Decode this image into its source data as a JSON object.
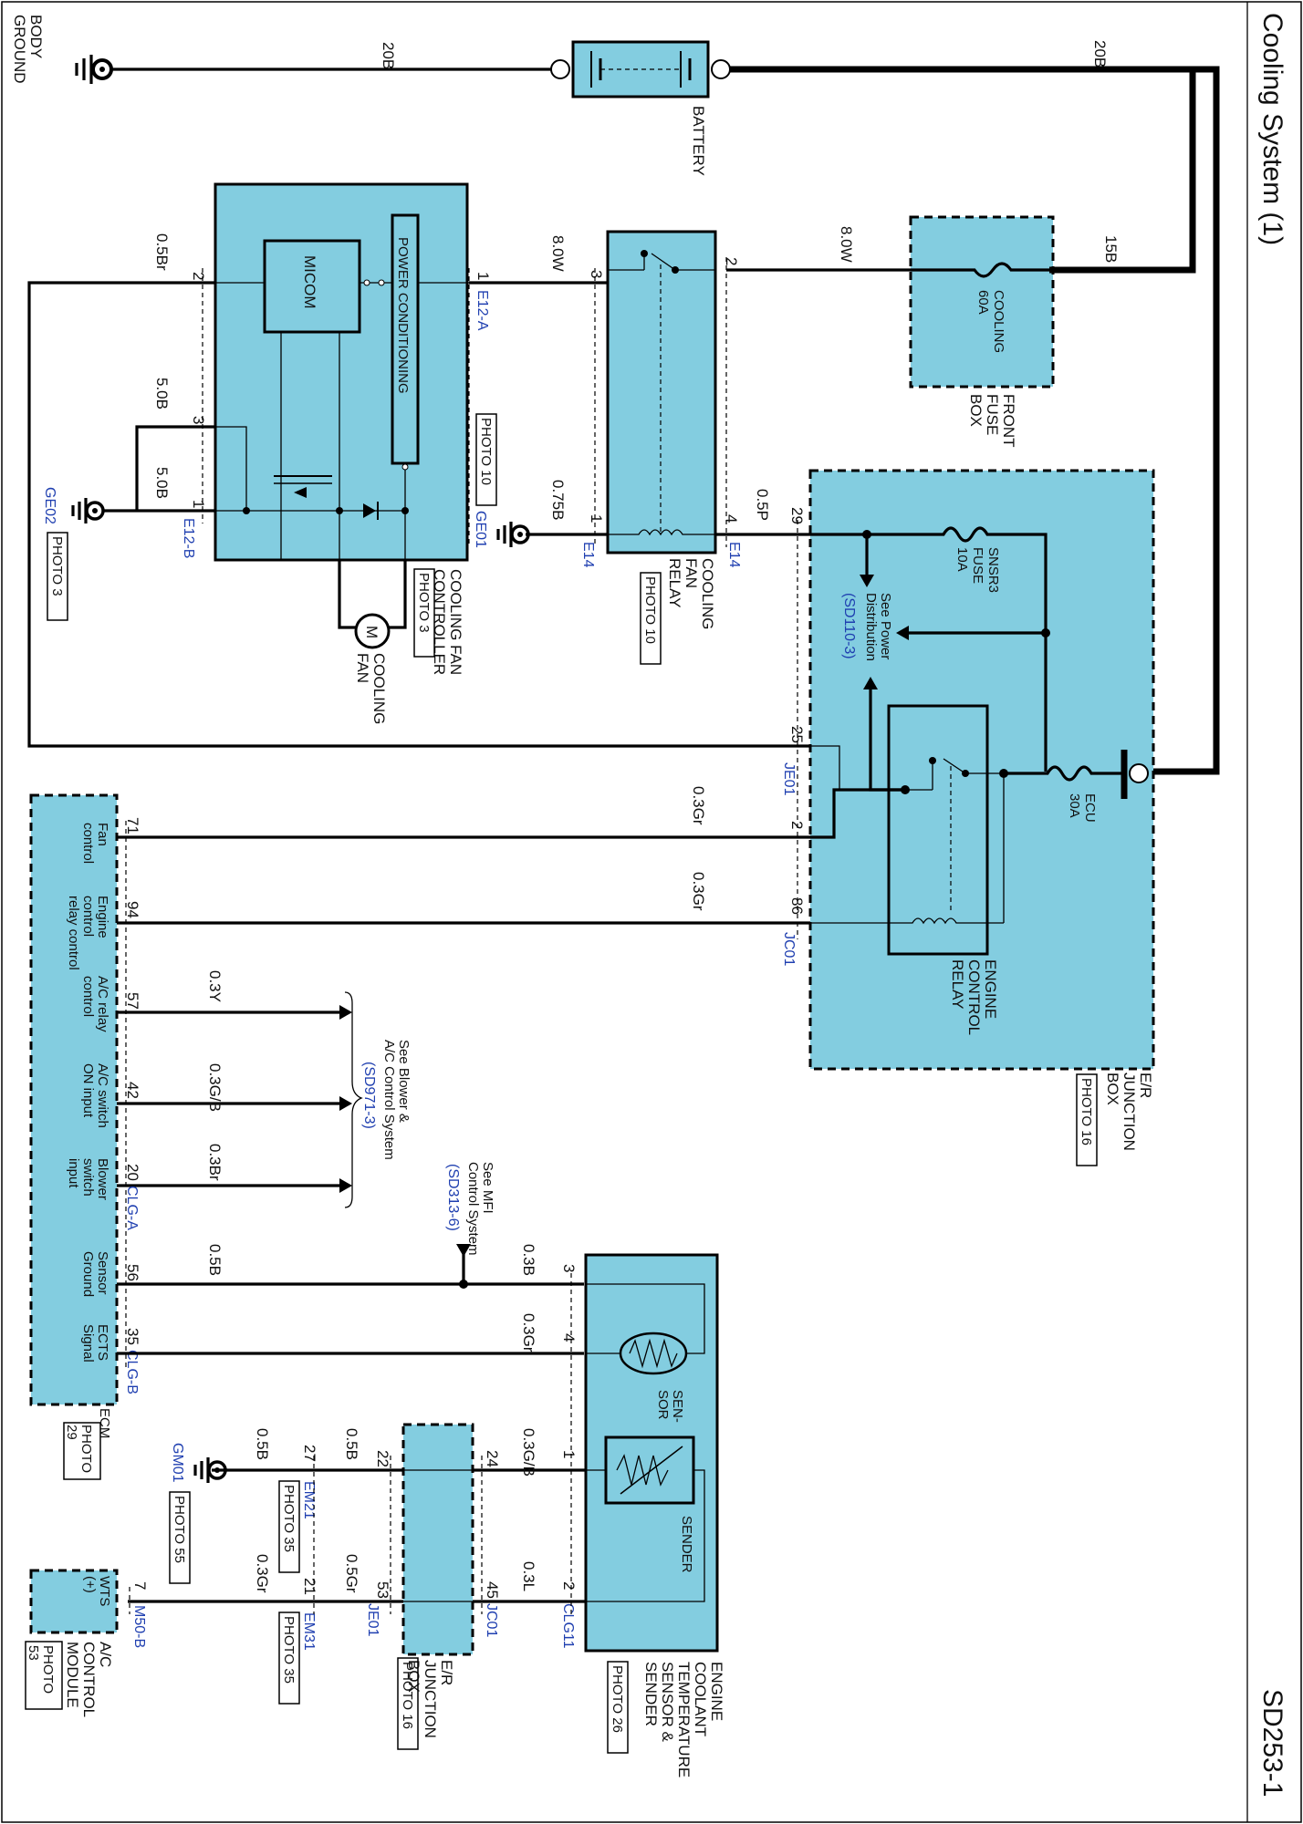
{
  "title": "Cooling System (1)",
  "page_code": "SD253-1",
  "wires": {
    "w_20b_left": "20B",
    "w_20b_right": "20B",
    "w_15b": "15B",
    "w_80w_fuse": "8.0W",
    "w_80w_ctrl": "8.0W",
    "w_05br": "0.5Br",
    "w_50b_a": "5.0B",
    "w_50b_b": "5.0B",
    "w_075b": "0.75B",
    "w_05p": "0.5P",
    "w_03gr_top": "0.3Gr",
    "w_03gr_mid": "0.3Gr",
    "w_03y": "0.3Y",
    "w_03gb": "0.3G/B",
    "w_03br": "0.3Br",
    "w_05b_sensor": "0.5B",
    "w_03b": "0.3B",
    "w_03gr_ects": "0.3Gr",
    "w_03gb_sender": "0.3G/B",
    "w_03l": "0.3L",
    "w_05b_em": "0.5B",
    "w_05b_gnd": "0.5B",
    "w_05gr": "0.5Gr",
    "w_03gr_wts": "0.3Gr"
  },
  "components": {
    "body_ground": [
      "BODY",
      "GROUND"
    ],
    "battery": "BATTERY",
    "front_fuse_box": [
      "FRONT",
      "FUSE",
      "BOX"
    ],
    "cooling_fuse": [
      "COOLING",
      "60A"
    ],
    "cooling_fan_relay": [
      "COOLING",
      "FAN",
      "RELAY"
    ],
    "cooling_fan_controller": [
      "COOLING FAN",
      "CONTROLLER"
    ],
    "micom": "MICOM",
    "power_conditioning": "POWER CONDITIONING",
    "motor_letter": "M",
    "cooling_fan": [
      "COOLING",
      "FAN"
    ],
    "snsr3_fuse": [
      "SNSR3",
      "FUSE",
      "10A"
    ],
    "ecu_fuse": [
      "ECU",
      "30A"
    ],
    "engine_control_relay": [
      "ENGINE",
      "CONTROL",
      "RELAY"
    ],
    "er_junction_box": [
      "E/R",
      "JUNCTION",
      "BOX"
    ],
    "see_power": [
      "See Power",
      "Distribution"
    ],
    "see_power_ref": "(SD110-3)",
    "see_blower": [
      "See Blower &",
      "A/C Control System"
    ],
    "see_blower_ref": "(SD971-3)",
    "see_mfi": [
      "See MFI",
      "Control System"
    ],
    "see_mfi_ref": "(SD313-6)",
    "ecm_fan_control": [
      "Fan",
      "control"
    ],
    "ecm_engine_relay": [
      "Engine",
      "control",
      "relay control"
    ],
    "ecm_ac_relay": [
      "A/C relay",
      "control"
    ],
    "ecm_ac_switch": [
      "A/C switch",
      "ON input"
    ],
    "ecm_blower": [
      "Blower",
      "switch",
      "input"
    ],
    "ecm_sensor_ground": [
      "Sensor",
      "Ground"
    ],
    "ecm_ects": [
      "ECTS",
      "Signal"
    ],
    "ecm": "ECM",
    "sensor_text": [
      "SEN-",
      "SOR"
    ],
    "sender_text": "SENDER",
    "ects_sender": [
      "ENGINE",
      "COOLANT",
      "TEMPERATURE",
      "SENSOR &",
      "SENDER"
    ],
    "er_junction_box2": [
      "E/R",
      "JUNCTION",
      "BOX"
    ],
    "wts": [
      "WTS",
      "(+)"
    ],
    "ac_control_module": [
      "A/C",
      "CONTROL",
      "MODULE"
    ]
  },
  "photos": {
    "p10_relay": "PHOTO 10",
    "p10_ge01": "PHOTO 10",
    "p3_ctrl": "PHOTO 3",
    "p3_ge02": "PHOTO 3",
    "p16_er": "PHOTO 16",
    "ecm_photo": [
      "PHOTO",
      "29"
    ],
    "p26": "PHOTO 26",
    "p35_em21": "PHOTO 35",
    "p35_em31": "PHOTO 35",
    "p55": "PHOTO 55",
    "p16_er2": "PHOTO 16",
    "ac_photo": [
      "PHOTO",
      "53"
    ]
  },
  "connectors": {
    "e12a": "E12-A",
    "e12b": "E12-B",
    "ge01": "GE01",
    "ge02": "GE02",
    "e14_left": "E14",
    "e14_right": "E14",
    "je01": "JE01",
    "jc01": "JC01",
    "clga": "CLG-A",
    "clgb": "CLG-B",
    "gm01": "GM01",
    "em21": "EM21",
    "em31": "EM31",
    "je01b": "JE01",
    "jc01b": "JC01",
    "clg11": "CLG11",
    "m50b": "M50-B"
  },
  "pins": {
    "ctrl_2": "2",
    "ctrl_1": "1",
    "ctrl_3": "3",
    "ctrl_1b": "1",
    "relay_3": "3",
    "relay_2": "2",
    "relay_1": "1",
    "relay_4": "4",
    "jb_29": "29",
    "jb_25": "25",
    "jb_2": "2",
    "jb_86": "86",
    "ecm_71": "71",
    "ecm_94": "94",
    "ecm_57": "57",
    "ecm_42": "42",
    "ecm_20": "20",
    "ecm_56": "56",
    "ecm_35": "35",
    "sens_3": "3",
    "sens_4": "4",
    "sens_1": "1",
    "sens_2": "2",
    "jc_24": "24",
    "jc_45": "45",
    "je_22": "22",
    "je_53": "53",
    "em_27": "27",
    "em_21": "21",
    "wts_7": "7"
  }
}
